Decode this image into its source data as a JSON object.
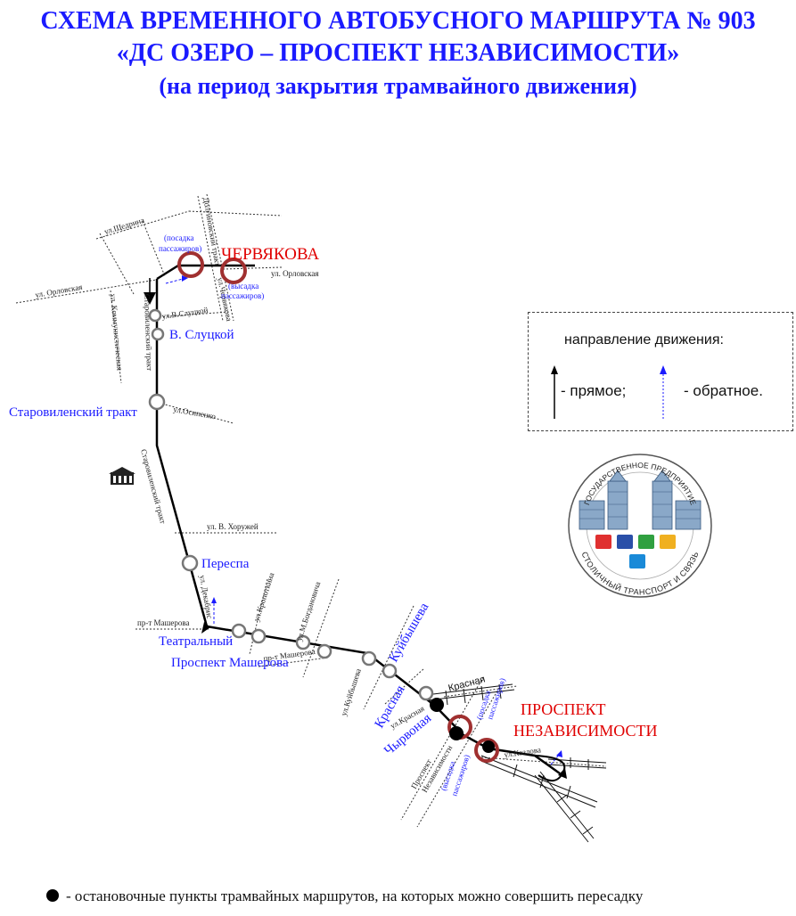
{
  "header": {
    "line1": "СХЕМА ВРЕМЕННОГО АВТОБУСНОГО МАРШРУТА № 903",
    "line2": "«ДС ОЗЕРО – ПРОСПЕКТ НЕЗАВИСИМОСТИ»",
    "line3": "(на период закрытия трамвайного движения)"
  },
  "terminals": {
    "north": "ЧЕРВЯКОВА",
    "south_line1": "ПРОСПЕКТ",
    "south_line2": "НЕЗАВИСИМОСТИ"
  },
  "stops": {
    "slutskoy": "В. Слуцкой",
    "starovilensky": "Старовиленский тракт",
    "perespa": "Переспа",
    "teatralny": "Театральный",
    "masherova": "Проспект Машерова",
    "kuybysheva": "Куйбышева",
    "krasnaya": "Красная",
    "chyrvonaya": "Чырвоная"
  },
  "notes": {
    "posadka": [
      "(посадка",
      "пассажиров)"
    ],
    "vysadka": [
      "(высадка",
      "пассажиров)"
    ]
  },
  "streets": {
    "shchedrina": "ул.Щедрина",
    "dolgobrodskaya": "Долгиновский тракт",
    "orlovskaya_w": "ул. Орловская",
    "orlovskaya_e": "ул. Орловская",
    "chervyakova": "ул.Червякова",
    "kommunisticheskaya": "ул. Коммунистическая",
    "starovilensky_n": "Старовиленский тракт",
    "v_slutskoy": "ул.В.Слуцкой",
    "osipenko": "ул.Осипенко",
    "starovilensky_s": "Старовиленский тракт",
    "v_khoruzhey": "ул. В. Хоружей",
    "dekabristov": "ул. Декабрис",
    "masherova_pr_w": "пр-т Машерова",
    "kropotkina": "ул.Кропоткина",
    "bogdanovicha": "ул.М.Богдановича",
    "masherova_pr_e": "пр-т Машерова",
    "kuybysheva_st": "ул.Куйбышева",
    "krasnaya_st": "Красная",
    "krasnaya_ul": "ул.Красная",
    "kozlova": "ул.Козлова",
    "nezavisimosti_1": "Проспект",
    "nezavisimosti_2": "Независимости"
  },
  "legend": {
    "title": "направление движения:",
    "forward": "- прямое;",
    "backward": "- обратное."
  },
  "logo": {
    "text_top": "ГОСУДАРСТВЕННОЕ ПРЕДПРИЯТИЕ",
    "text_bottom": "СТОЛИЧНЫЙ ТРАНСПОРТ И СВЯЗЬ"
  },
  "footer": {
    "note": "- остановочные пункты трамвайных маршрутов, на которых можно совершить пересадку"
  },
  "colors": {
    "title": "#1a1aff",
    "terminal": "#e00000",
    "stop_label": "#1a1aff",
    "route": "#000000",
    "terminal_ring": "#a03030",
    "stop_ring": "#777777"
  }
}
